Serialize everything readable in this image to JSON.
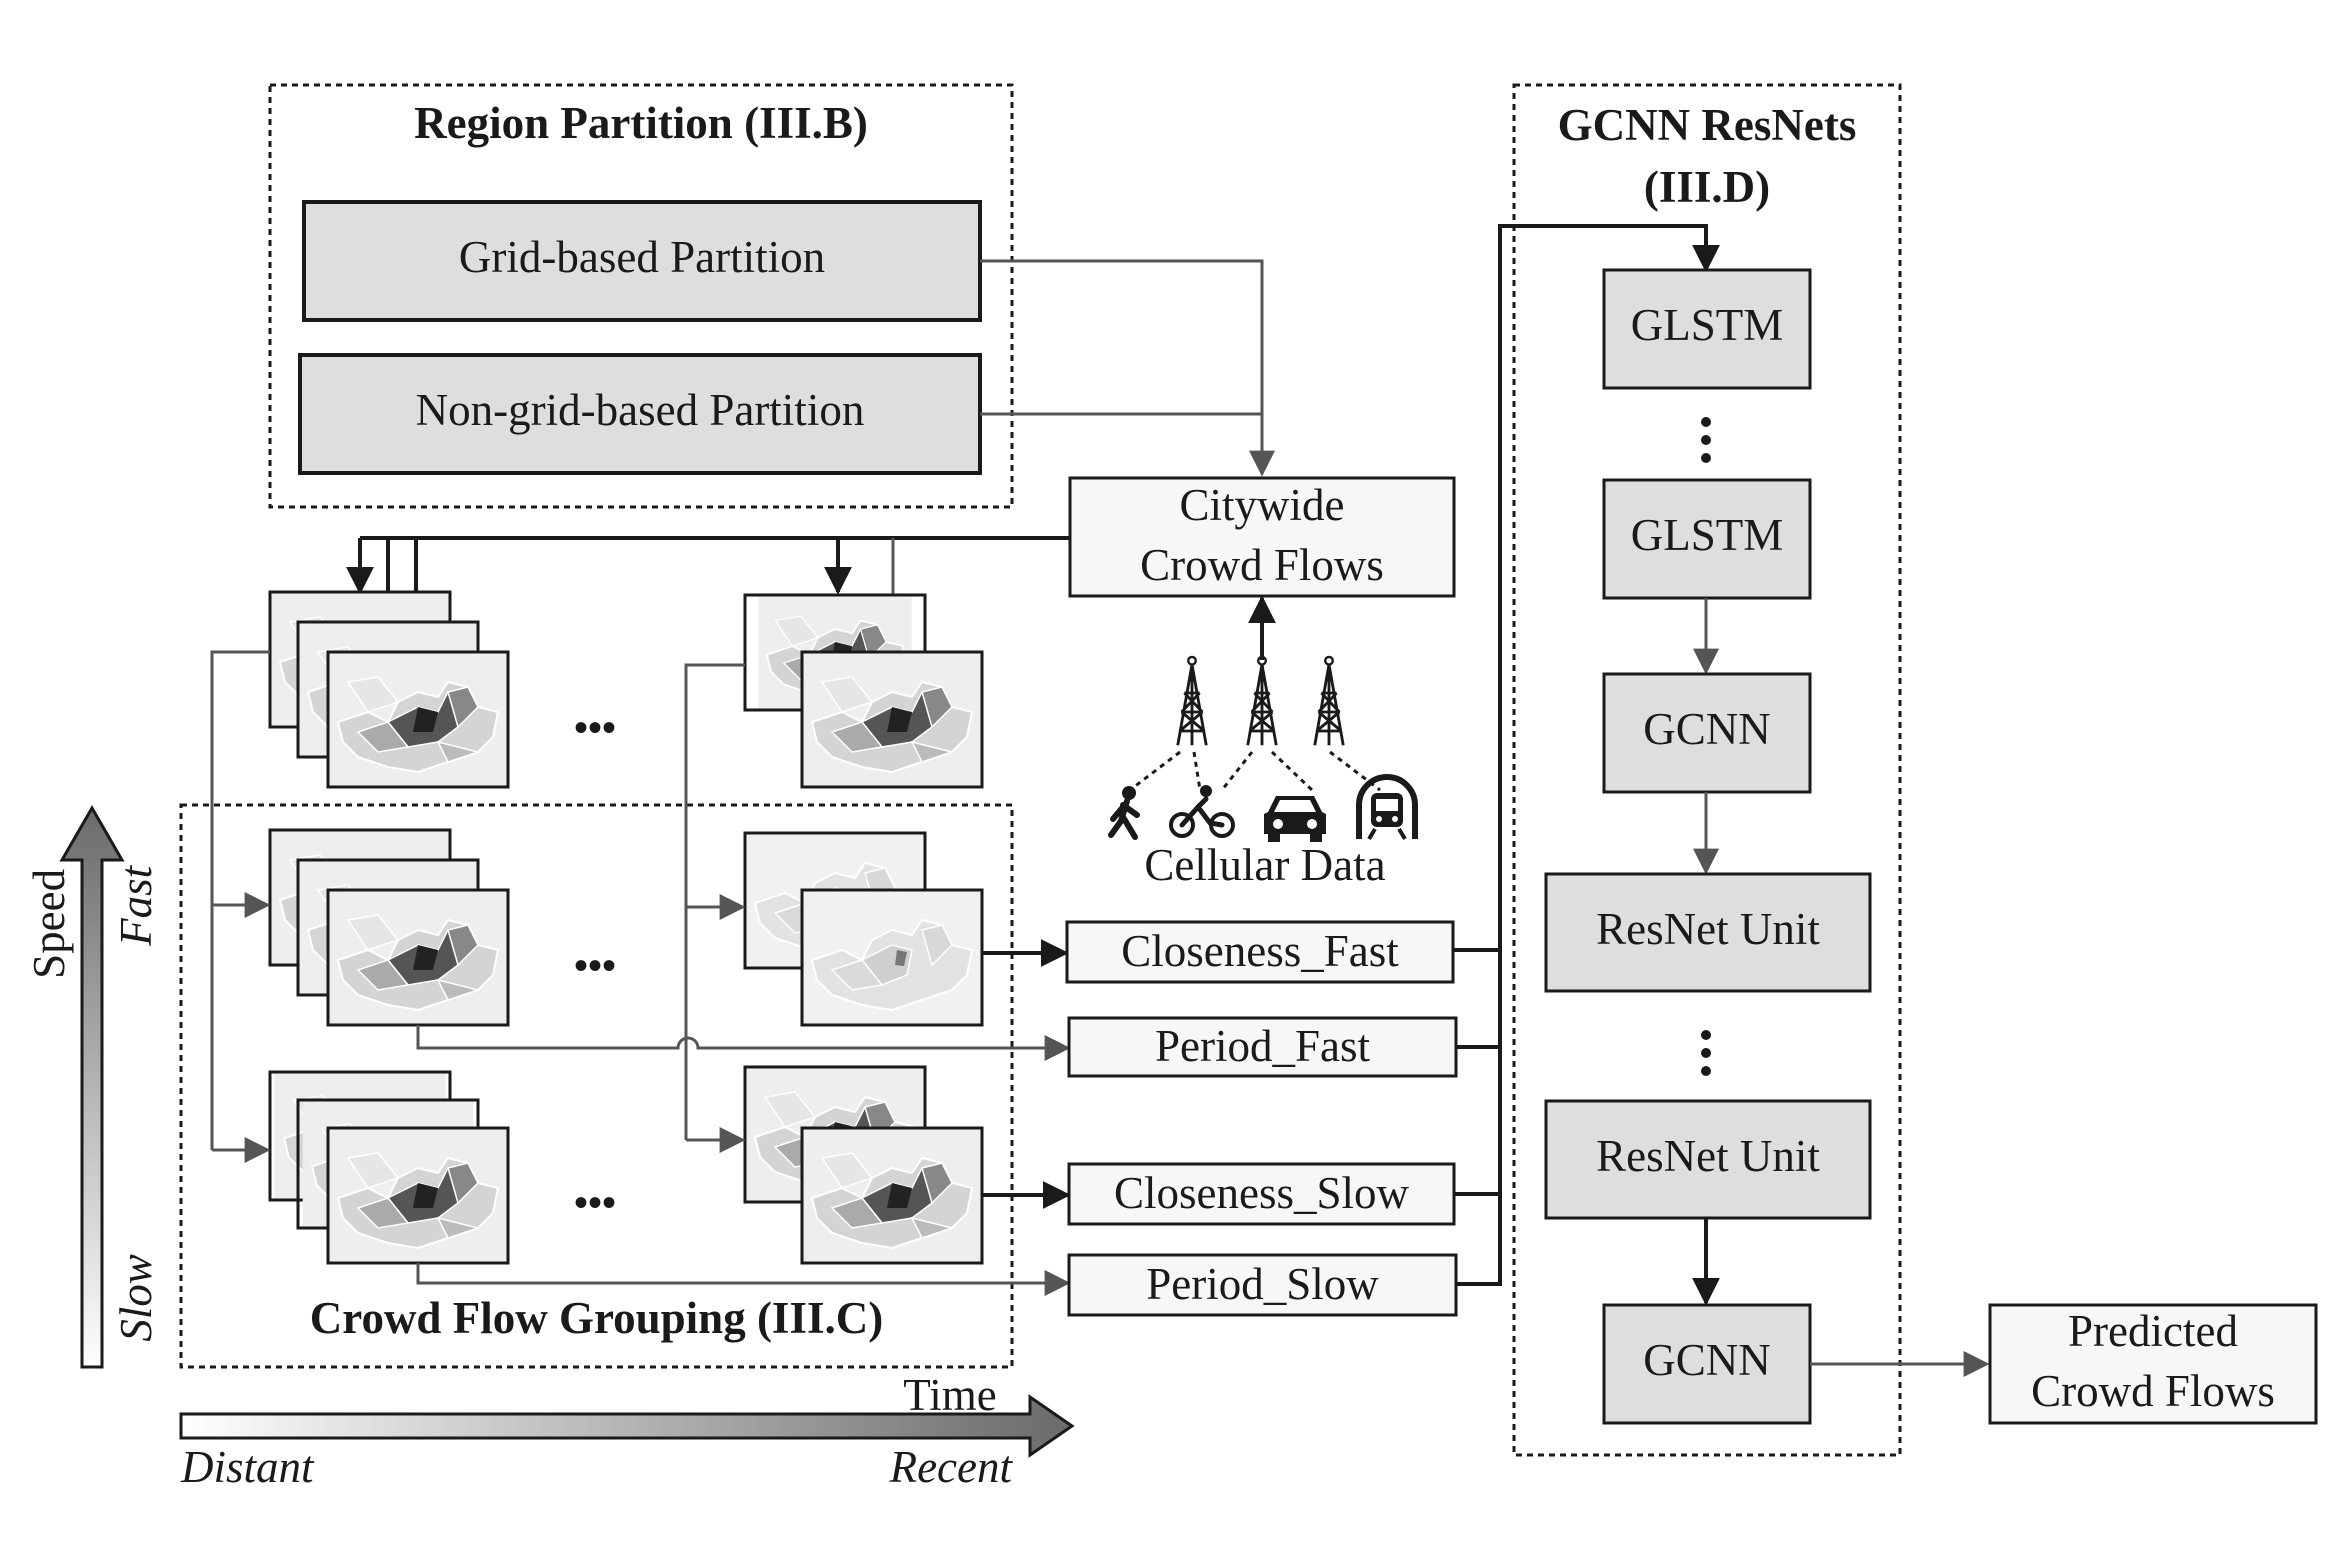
{
  "region_partition": {
    "title": "Region Partition (III.B)",
    "grid_label": "Grid-based Partition",
    "nongrid_label": "Non-grid-based Partition"
  },
  "citywide": {
    "line1": "Citywide",
    "line2": "Crowd Flows"
  },
  "cellular": {
    "label": "Cellular Data"
  },
  "grouping": {
    "title": "Crowd Flow Grouping (III.C)"
  },
  "ellipsis": "•••",
  "inputs": {
    "closeness_fast": "Closeness_Fast",
    "period_fast": "Period_Fast",
    "closeness_slow": "Closeness_Slow",
    "period_slow": "Period_Slow"
  },
  "gcnn_resnets": {
    "title_line1": "GCNN ResNets",
    "title_line2": "(III.D)",
    "glstm_top": "GLSTM",
    "glstm_bottom": "GLSTM",
    "gcnn_mid": "GCNN",
    "resnet_unit_top": "ResNet Unit",
    "resnet_unit_bottom": "ResNet Unit",
    "gcnn_out": "GCNN"
  },
  "predicted": {
    "line1": "Predicted",
    "line2": "Crowd Flows"
  },
  "axes": {
    "speed": "Speed",
    "fast": "Fast",
    "slow": "Slow",
    "time": "Time",
    "distant": "Distant",
    "recent": "Recent"
  },
  "icons": [
    "tower-icon",
    "pedestrian-icon",
    "bicycle-icon",
    "car-icon",
    "train-icon",
    "map-thumbnail-icon"
  ],
  "colors": {
    "ink": "#1a1a1a",
    "box_gray": "#dedede",
    "box_white": "#f7f7f7",
    "line_gray": "#555555"
  }
}
